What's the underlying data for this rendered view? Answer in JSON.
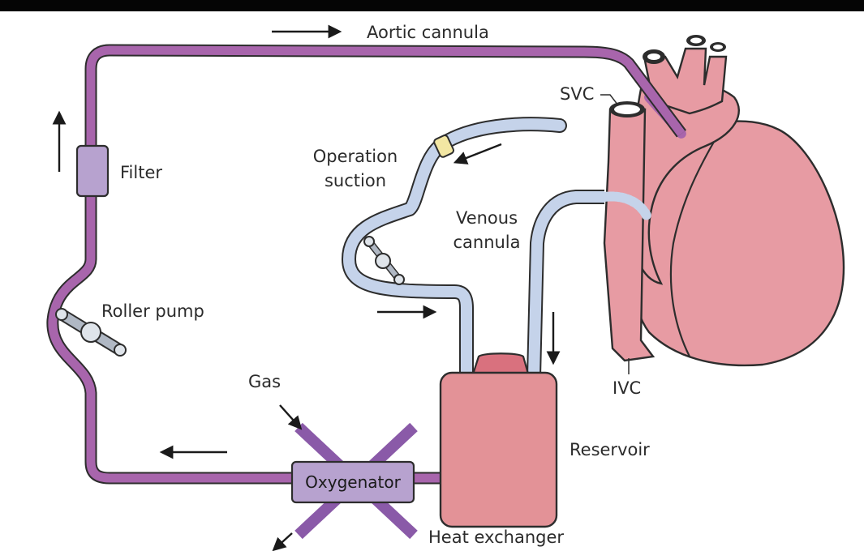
{
  "labels": {
    "aortic_cannula": "Aortic cannula",
    "svc": "SVC",
    "filter": "Filter",
    "operation_suction_line1": "Operation",
    "operation_suction_line2": "suction",
    "venous_cannula_line1": "Venous",
    "venous_cannula_line2": "cannula",
    "roller_pump": "Roller pump",
    "gas": "Gas",
    "ivc": "IVC",
    "reservoir": "Reservoir",
    "oxygenator": "Oxygenator",
    "heat_exchanger": "Heat exchanger"
  },
  "colors": {
    "arterial_tube": "#a865ac",
    "venous_tube": "#c5d3ea",
    "heart": "#e79ba3",
    "outline": "#2d2d2d",
    "filter": "#b7a2cf",
    "pump": "#b0b8c4",
    "reservoir": "#e39297",
    "oxygenator": "#b7a2cf",
    "gas_line": "#8a5aa8",
    "clamp_ring": "#f3e7a3"
  },
  "icons": [
    "flow-arrow-icon",
    "roller-pump-icon",
    "clamp-icon",
    "heart-icon"
  ]
}
